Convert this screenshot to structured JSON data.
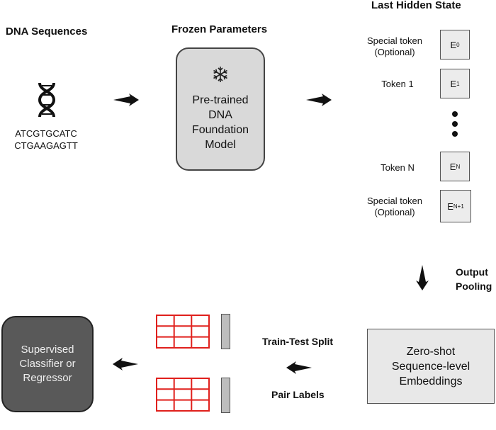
{
  "input": {
    "heading": "DNA Sequences",
    "sequence_line1": "ATCGTGCATC",
    "sequence_line2": "CTGAAGAGTT",
    "icon": "dna-helix-icon"
  },
  "model": {
    "heading": "Frozen Parameters",
    "label": "Pre-trained DNA Foundation Model",
    "icon": "snowflake-icon"
  },
  "hidden_state": {
    "heading": "Last Hidden State",
    "rows": [
      {
        "label": "Special token (Optional)",
        "symbol": "E",
        "subscript": "0"
      },
      {
        "label": "Token 1",
        "symbol": "E",
        "subscript": "1"
      },
      {
        "label": "Token N",
        "symbol": "E",
        "subscript": "N"
      },
      {
        "label": "Special token (Optional)",
        "symbol": "E",
        "subscript": "N+1"
      }
    ]
  },
  "pooling": {
    "label": "Output Pooling"
  },
  "embeddings": {
    "label": "Zero-shot Sequence-level Embeddings"
  },
  "split": {
    "top_label": "Train-Test Split",
    "bottom_label": "Pair Labels"
  },
  "classifier": {
    "label": "Supervised Classifier or Regressor"
  },
  "colors": {
    "table_grid": "#e0201c",
    "model_fill": "#d9d9d9",
    "classifier_fill": "#595959",
    "embedding_fill": "#e8e8e8"
  }
}
